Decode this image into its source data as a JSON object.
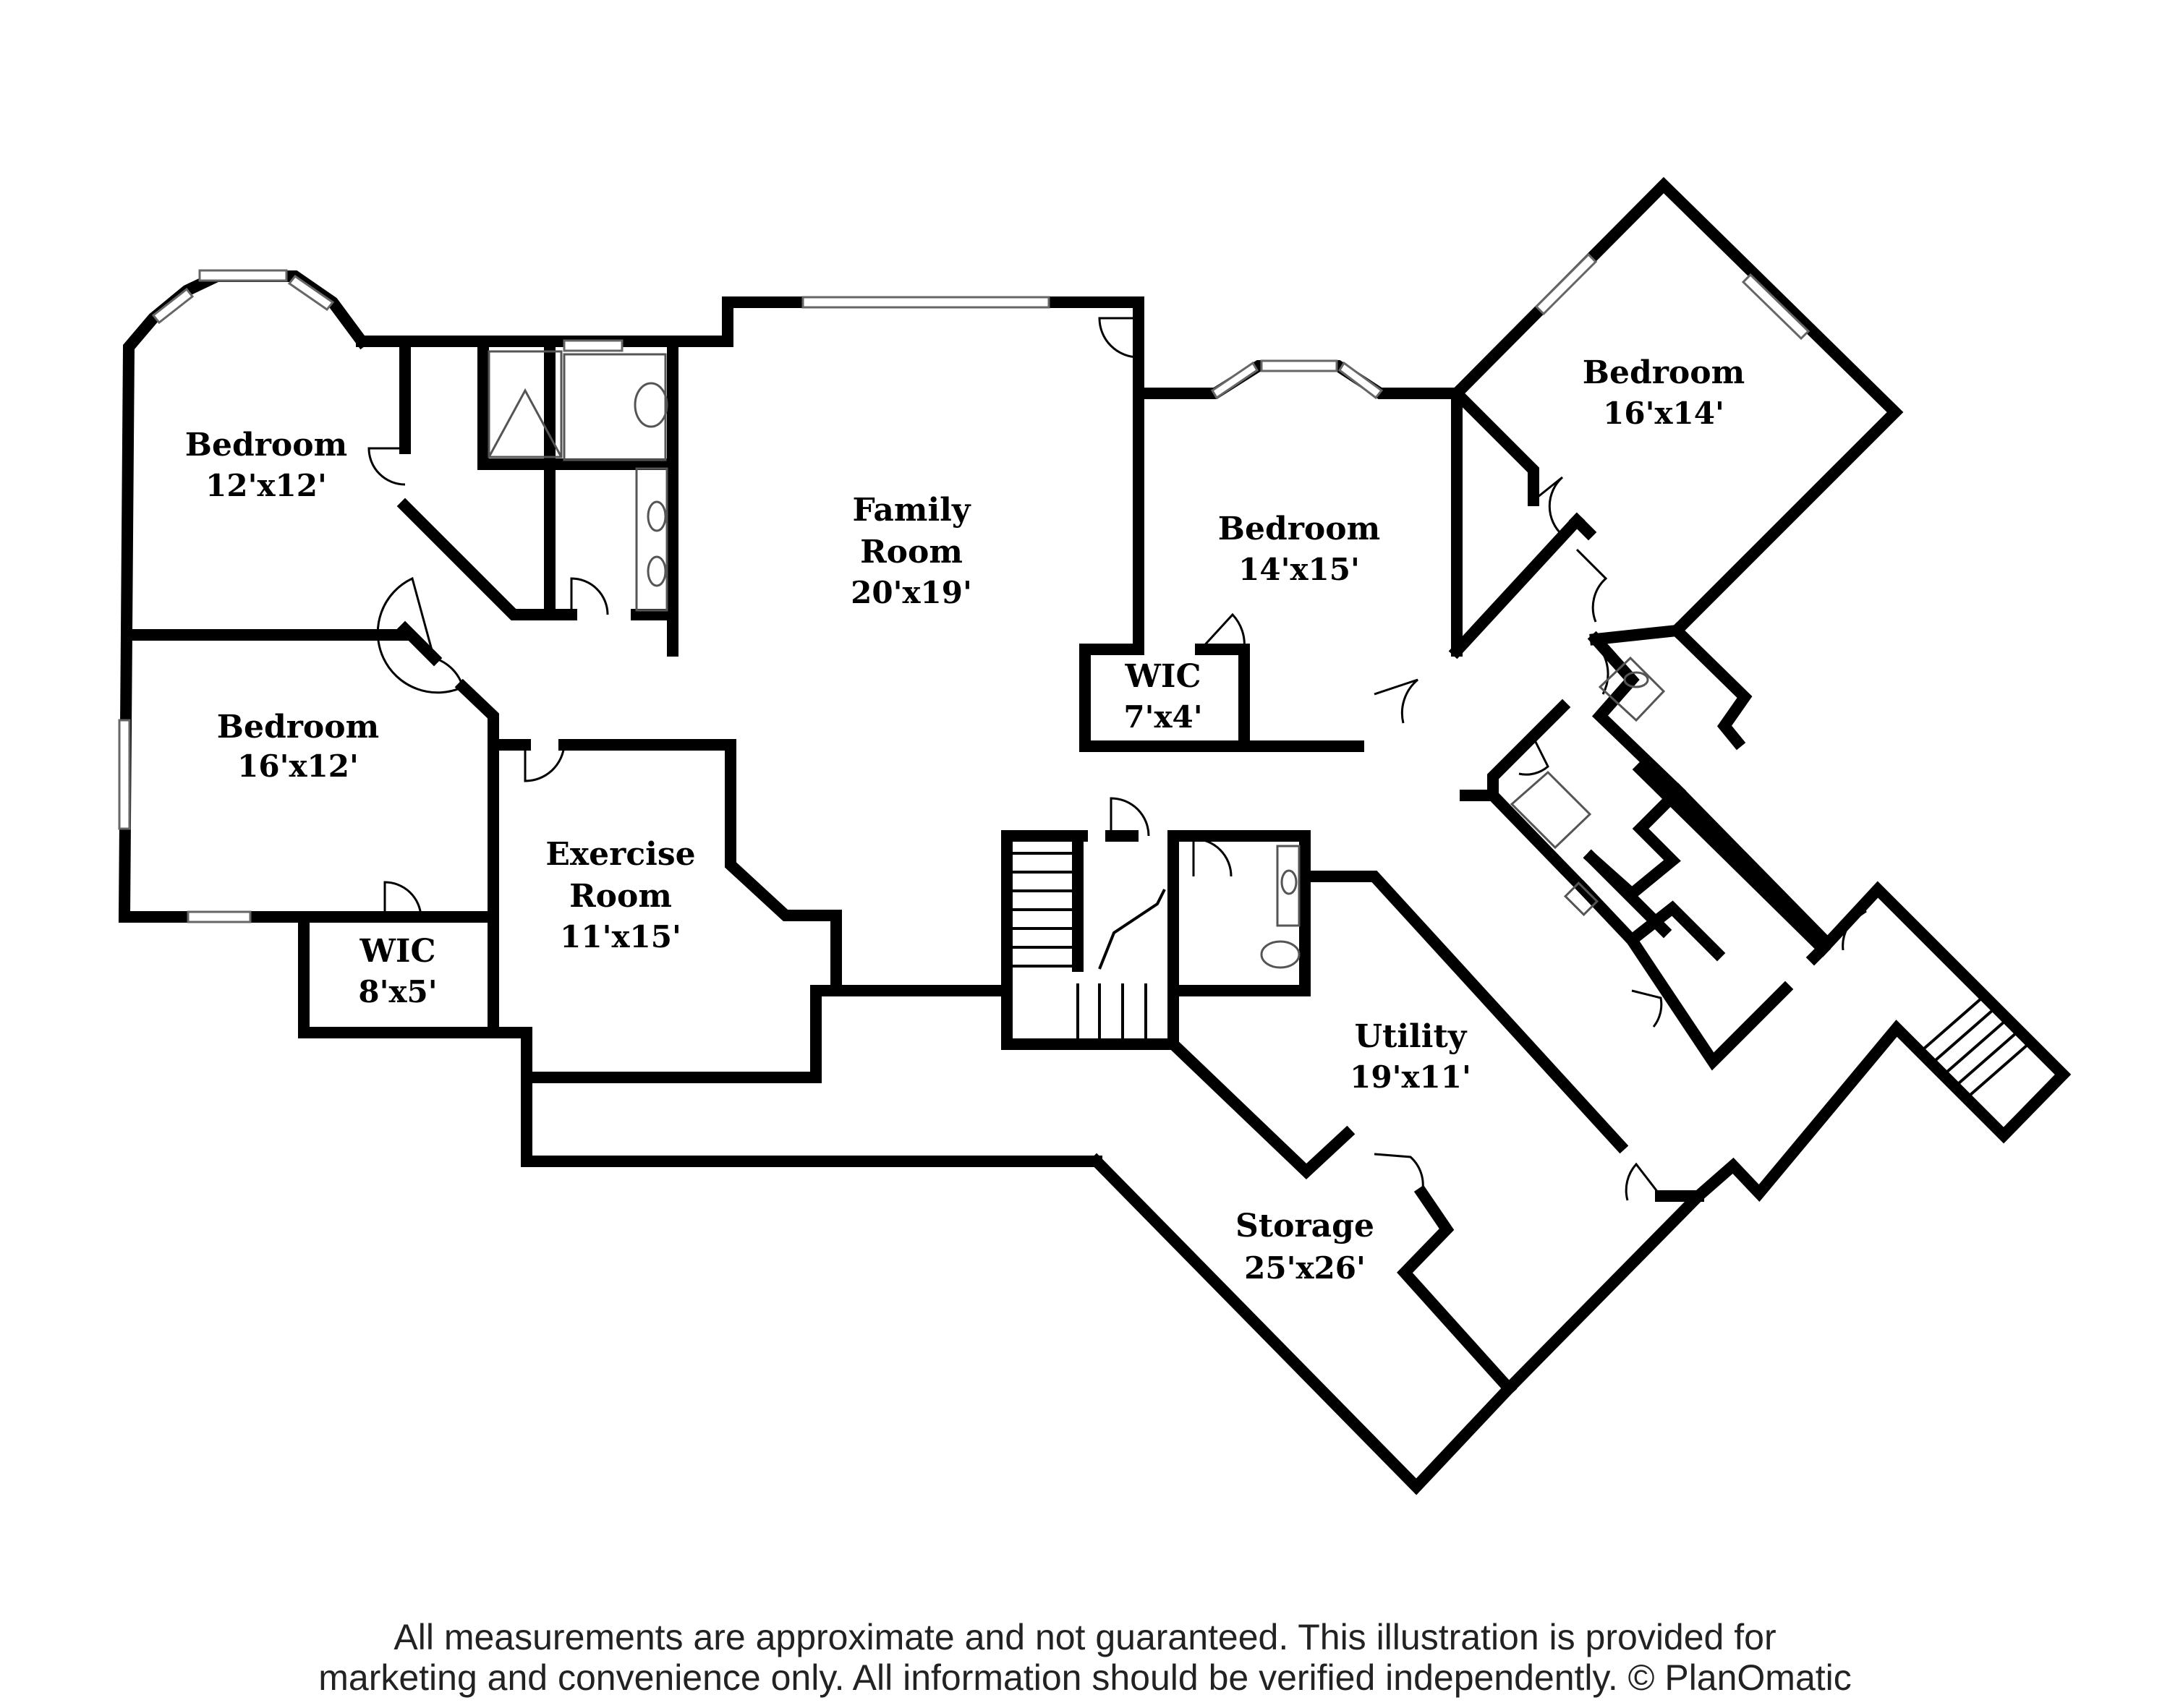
{
  "rooms": [
    {
      "id": "bedroom-nw",
      "name": "Bedroom",
      "size": "12'x12'"
    },
    {
      "id": "bedroom-w",
      "name": "Bedroom",
      "size": "16'x12'"
    },
    {
      "id": "wic-sw",
      "name": "WIC",
      "size": "8'x5'"
    },
    {
      "id": "exercise",
      "name_lines": [
        "Exercise",
        "Room"
      ],
      "size": "11'x15'"
    },
    {
      "id": "family",
      "name_lines": [
        "Family",
        "Room"
      ],
      "size": "20'x19'"
    },
    {
      "id": "bedroom-c",
      "name": "Bedroom",
      "size": "14'x15'"
    },
    {
      "id": "wic-c",
      "name": "WIC",
      "size": "7'x4'"
    },
    {
      "id": "bedroom-ne",
      "name": "Bedroom",
      "size": "16'x14'"
    },
    {
      "id": "utility",
      "name": "Utility",
      "size": "19'x11'"
    },
    {
      "id": "storage",
      "name": "Storage",
      "size": "25'x26'"
    }
  ],
  "disclaimer": {
    "line1": "All measurements are approximate and not guaranteed. This illustration is provided for",
    "line2": "marketing and convenience only. All information should be verified independently. © PlanOmatic"
  }
}
